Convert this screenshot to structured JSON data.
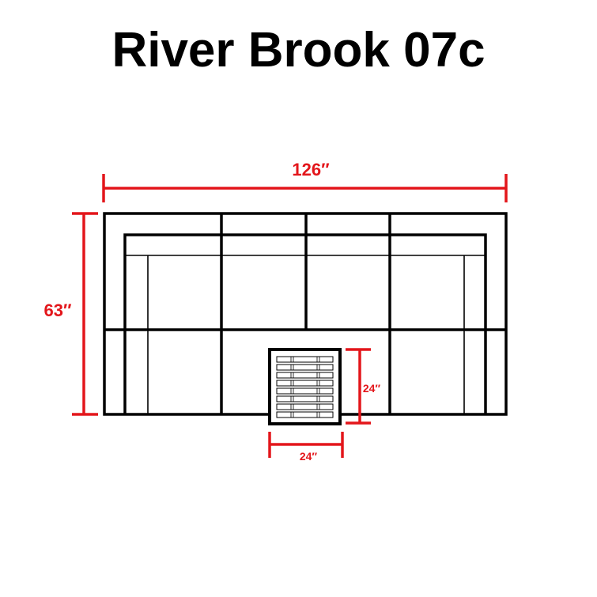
{
  "title": "River Brook 07c",
  "dimensions": {
    "overall_width": "126″",
    "overall_depth": "63″",
    "table_depth": "24″",
    "table_width": "24″"
  },
  "colors": {
    "dimension": "#e3161b",
    "outline": "#000000"
  }
}
